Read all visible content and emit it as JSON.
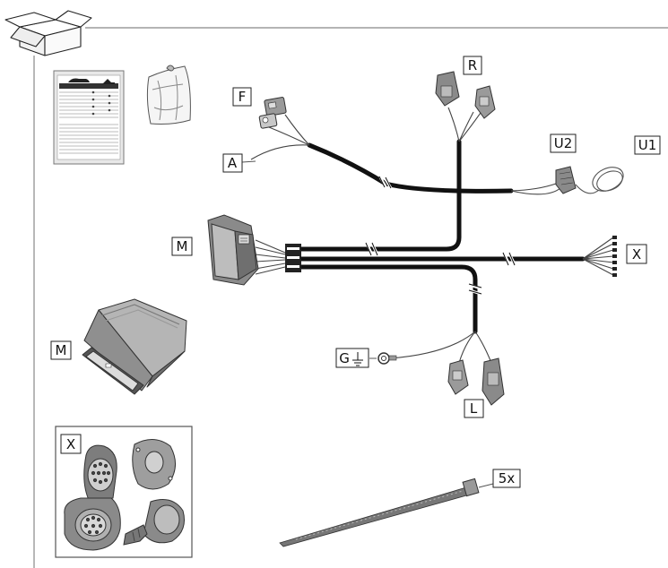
{
  "labels": {
    "R": "R",
    "F": "F",
    "A": "A",
    "U2": "U2",
    "U1": "U1",
    "M_main": "M",
    "X_main": "X",
    "G": "G",
    "L": "L",
    "M_module": "M",
    "X_kit": "X",
    "ties": "5x"
  },
  "colors": {
    "wire": "#111111",
    "line": "#777777",
    "fill_light": "#e6e6e6",
    "fill_mid": "#bdbdbd",
    "fill_dark": "#7a7a7a"
  },
  "icons": [
    "package-box-icon",
    "manual-document-icon",
    "parts-bag-icon"
  ]
}
